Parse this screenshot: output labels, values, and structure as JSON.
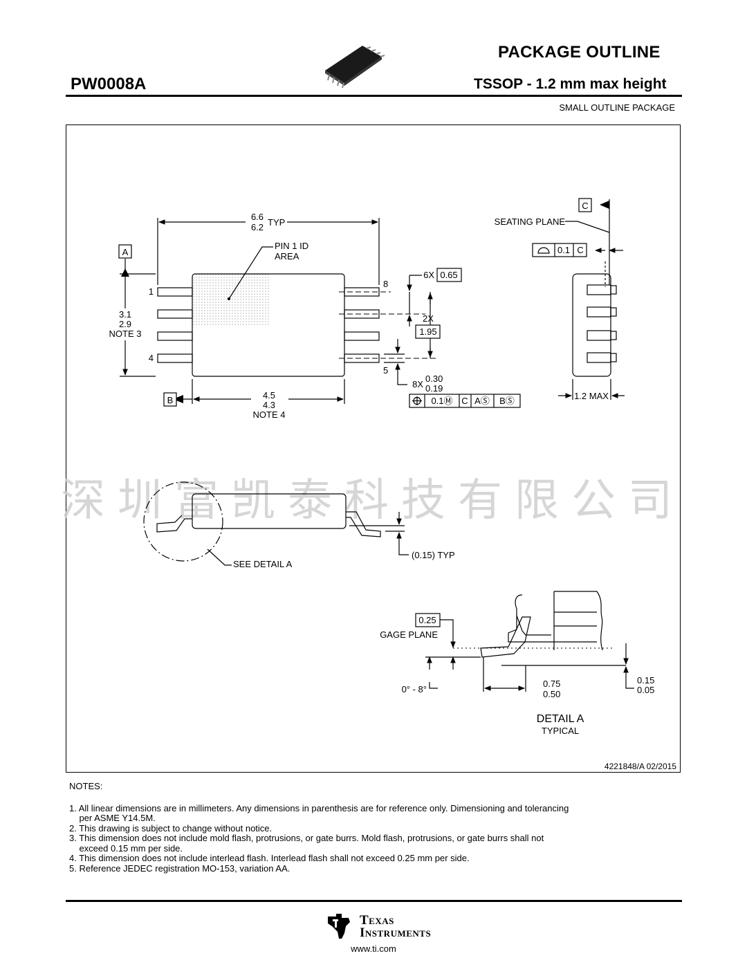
{
  "header": {
    "title": "PACKAGE OUTLINE",
    "code": "PW0008A",
    "subtitle": "TSSOP - 1.2 mm max height",
    "description": "SMALL OUTLINE PACKAGE"
  },
  "drawing": {
    "width_dim": [
      "6.6",
      "6.2"
    ],
    "width_dim_suffix": "TYP",
    "pin1_label": [
      "PIN 1 ID",
      "AREA"
    ],
    "datum_a": "A",
    "datum_b": "B",
    "datum_c": "C",
    "height_dim": [
      "3.1",
      "2.9",
      "NOTE 3"
    ],
    "body_dim": [
      "4.5",
      "4.3",
      "NOTE 4"
    ],
    "pin_labels": [
      "1",
      "4",
      "8",
      "5"
    ],
    "pitch_prefix": "6X",
    "pitch": "0.65",
    "span_prefix": "2X",
    "span": "1.95",
    "lead_width_prefix": "8X",
    "lead_width": [
      "0.30",
      "0.19"
    ],
    "position_tol": [
      "0.1Ⓜ",
      "C",
      "AⓈ",
      "BⓈ"
    ],
    "seating_plane": "SEATING PLANE",
    "flatness": [
      "0.1",
      "C"
    ],
    "max_height": "1.2 MAX",
    "standoff": "(0.15) TYP",
    "see_detail": "SEE DETAIL A",
    "gage_value": "0.25",
    "gage_plane": "GAGE PLANE",
    "angle": "0° - 8°",
    "foot_length": [
      "0.75",
      "0.50"
    ],
    "standoff_range": [
      "0.15",
      "0.05"
    ],
    "detail_title": "DETAIL A",
    "detail_sub": "TYPICAL",
    "doc_ref": "4221848/A   02/2015"
  },
  "watermark": "深圳富凯泰科技有限公司",
  "notes": {
    "header": "NOTES:",
    "lines": [
      "1. All linear dimensions are in millimeters. Any dimensions in parenthesis are for reference only. Dimensioning and tolerancing",
      "    per ASME Y14.5M.",
      "2. This drawing is subject to change without notice.",
      "3. This dimension does not include mold flash, protrusions, or gate burrs. Mold flash, protrusions, or gate burrs shall not",
      "    exceed 0.15 mm per side.",
      "4. This dimension does not include interlead flash. Interlead flash shall not exceed 0.25 mm per side.",
      "5. Reference JEDEC registration MO-153, variation AA."
    ]
  },
  "footer": {
    "logo_line1": "Texas",
    "logo_line2": "Instruments",
    "url": "www.ti.com"
  }
}
